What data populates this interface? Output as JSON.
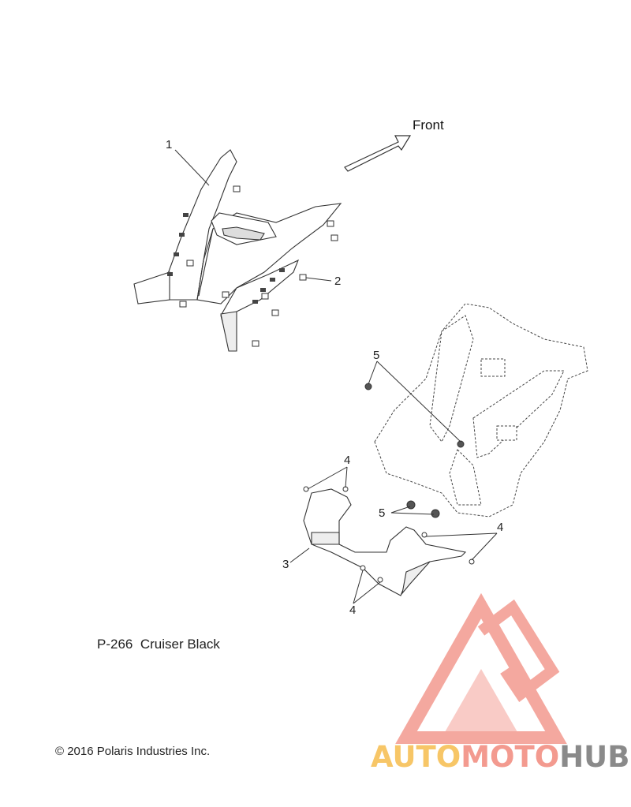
{
  "diagram": {
    "direction_label": "Front",
    "callouts": [
      "1",
      "2",
      "3",
      "4",
      "4",
      "4",
      "5",
      "5"
    ],
    "part_code": "P-266",
    "color_name": "Cruiser Black",
    "copyright": "© 2016 Polaris Industries Inc."
  },
  "watermark": {
    "part1": "AUTO",
    "part2": "MOTO",
    "part3": "HUB",
    "colors": {
      "yellow": "#f7c667",
      "salmon": "#f39a8f",
      "gray": "#8a8a8a"
    }
  }
}
